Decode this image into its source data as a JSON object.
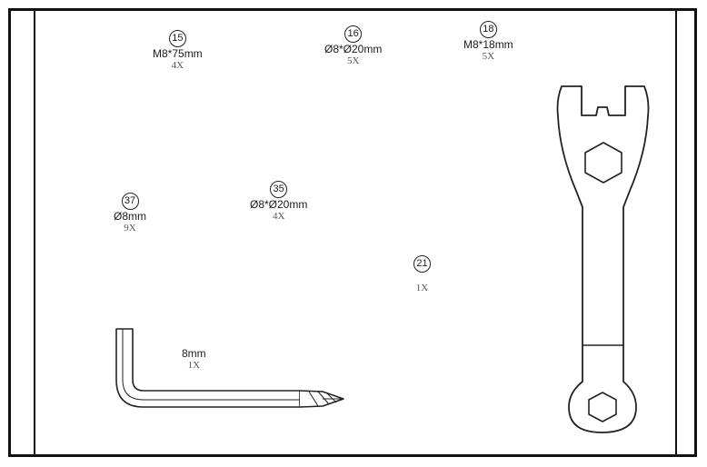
{
  "parts": [
    {
      "id": "p15",
      "number": "15",
      "spec": "M8*75mm",
      "qty": "4X"
    },
    {
      "id": "p16",
      "number": "16",
      "spec": "Ø8*Ø20mm",
      "qty": "5X"
    },
    {
      "id": "p18",
      "number": "18",
      "spec": "M8*18mm",
      "qty": "5X"
    },
    {
      "id": "p37",
      "number": "37",
      "spec": "Ø8mm",
      "qty": "9X"
    },
    {
      "id": "p35",
      "number": "35",
      "spec": "Ø8*Ø20mm",
      "qty": "4X"
    },
    {
      "id": "p21",
      "number": "21",
      "spec": "",
      "qty": "1X"
    }
  ],
  "allen_key": {
    "spec": "8mm",
    "qty": "1X"
  },
  "icons": [
    "allen-key-icon",
    "open-end-wrench-icon",
    "hexagon-nut-icon"
  ]
}
